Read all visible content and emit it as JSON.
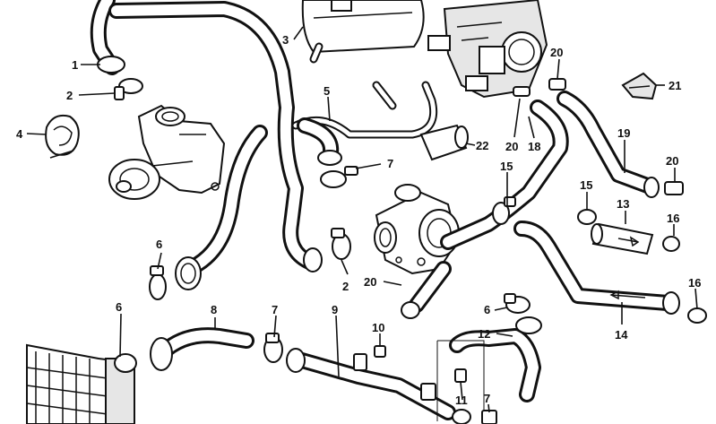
{
  "callouts": [
    {
      "id": "c1",
      "text": "1"
    },
    {
      "id": "c2a",
      "text": "2"
    },
    {
      "id": "c2b",
      "text": "2"
    },
    {
      "id": "c3",
      "text": "3"
    },
    {
      "id": "c4",
      "text": "4"
    },
    {
      "id": "c5",
      "text": "5"
    },
    {
      "id": "c6a",
      "text": "6"
    },
    {
      "id": "c6b",
      "text": "6"
    },
    {
      "id": "c6c",
      "text": "6"
    },
    {
      "id": "c7a",
      "text": "7"
    },
    {
      "id": "c7b",
      "text": "7"
    },
    {
      "id": "c7c",
      "text": "7"
    },
    {
      "id": "c8",
      "text": "8"
    },
    {
      "id": "c9",
      "text": "9"
    },
    {
      "id": "c10",
      "text": "10"
    },
    {
      "id": "c11",
      "text": "11"
    },
    {
      "id": "c12",
      "text": "12"
    },
    {
      "id": "c13",
      "text": "13"
    },
    {
      "id": "c14",
      "text": "14"
    },
    {
      "id": "c15a",
      "text": "15"
    },
    {
      "id": "c15b",
      "text": "15"
    },
    {
      "id": "c16a",
      "text": "16"
    },
    {
      "id": "c16b",
      "text": "16"
    },
    {
      "id": "c18",
      "text": "18"
    },
    {
      "id": "c19",
      "text": "19"
    },
    {
      "id": "c20a",
      "text": "20"
    },
    {
      "id": "c20b",
      "text": "20"
    },
    {
      "id": "c20c",
      "text": "20"
    },
    {
      "id": "c20d",
      "text": "20"
    },
    {
      "id": "c21",
      "text": "21"
    },
    {
      "id": "c22",
      "text": "22"
    }
  ]
}
